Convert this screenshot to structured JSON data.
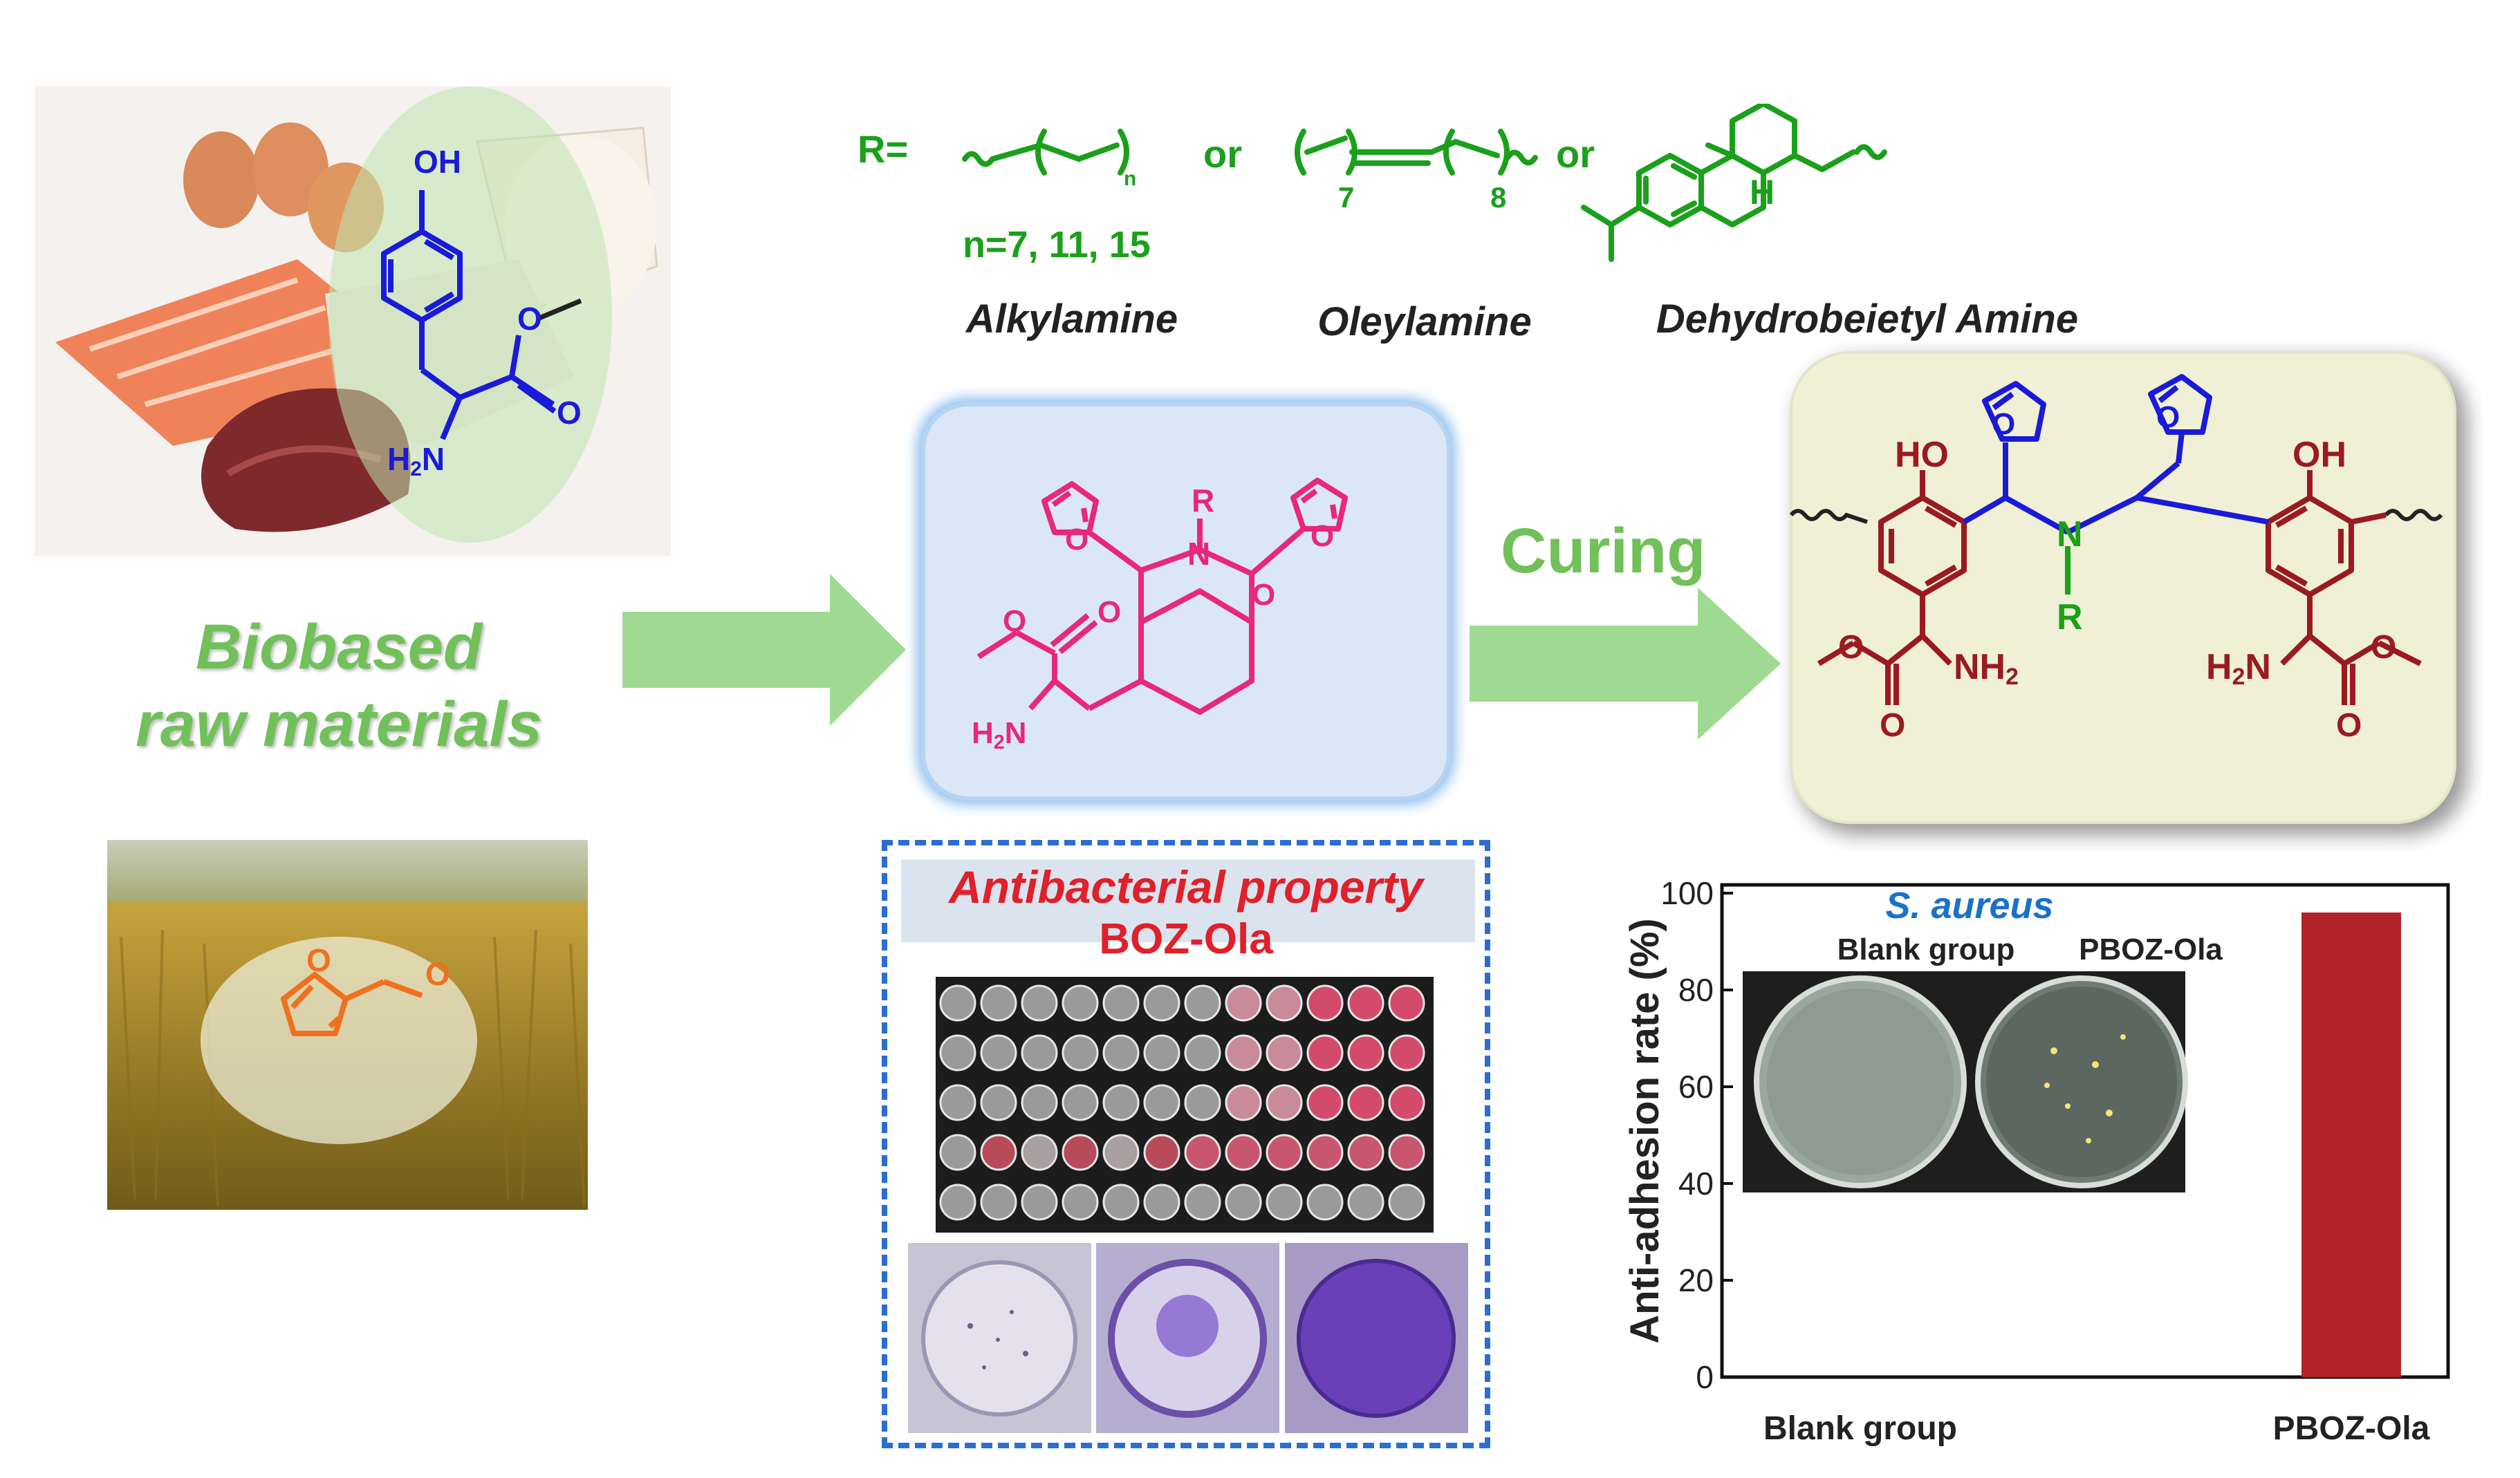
{
  "left": {
    "biobased_line1": "Biobased",
    "biobased_line2": "raw materials",
    "tyrosine_labels": {
      "oh": "OH",
      "nh2": "H2N",
      "o": "O"
    },
    "furfural_label": "O"
  },
  "top": {
    "r_prefix": "R=",
    "or_1": "or",
    "or_2": "or",
    "n_sub": "n",
    "n_values": "n=7, 11, 15",
    "sub_7": "7",
    "sub_8": "8",
    "h_label": "H",
    "names": [
      "Alkylamine",
      "Oleylamine",
      "Dehydrobeietyl Amine"
    ]
  },
  "center": {
    "labels": {
      "r": "R",
      "n": "N",
      "o": "O",
      "h2n": "H2N"
    }
  },
  "arrow_label": "Curing",
  "polymer": {
    "labels": {
      "ho": "HO",
      "oh": "OH",
      "n": "N",
      "r": "R",
      "nh2": "NH2",
      "h2n": "H2N",
      "o": "O"
    }
  },
  "antibacterial": {
    "title": "Antibacterial property",
    "sample": "BOZ-Ola"
  },
  "chart_data": {
    "type": "bar",
    "title": "S. aureus",
    "categories": [
      "Blank group",
      "PBOZ-Ola"
    ],
    "values": [
      0,
      96
    ],
    "ylabel": "Anti-adhesion rate (%)",
    "ylim": [
      0,
      100
    ],
    "yticks": [
      0,
      20,
      40,
      60,
      80,
      100
    ],
    "bar_color": "#b2242a",
    "inset_labels": [
      "Blank group",
      "PBOZ-Ola"
    ]
  },
  "colors": {
    "green_text": "#72c05a",
    "chem_green": "#1aa01a",
    "chem_blue": "#1a1ad8",
    "chem_pink": "#e8287a",
    "chem_darkred": "#9a1a22",
    "chem_orange": "#f07020",
    "title_red": "#e0202a",
    "chart_blue": "#1a72c8",
    "dash_blue": "#2a6fd0"
  }
}
